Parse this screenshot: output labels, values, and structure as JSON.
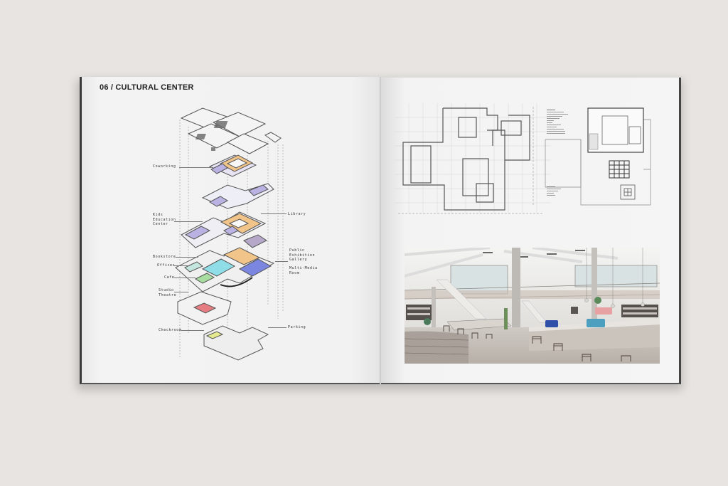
{
  "scene": {
    "type": "open-book-mockup",
    "background_color": "#e7e4e1",
    "page_color": "#f2f2f2"
  },
  "left_page": {
    "title": "06 / CULTURAL CENTER",
    "diagram": {
      "type": "exploded-axonometric",
      "labels": {
        "coworking": "Coworking",
        "kids_education": "Kids\nEducation\nCenter",
        "library": "Library",
        "bookstore": "Bookstore",
        "offices": "Offices",
        "cafe": "Cafe",
        "public_exhibition": "Public\nExhibition\nGallery",
        "multimedia": "Multi-Media\nRoom",
        "studio_theatre": "Studio\nTheatre",
        "checkroom": "Checkroom",
        "parking": "Parking"
      },
      "colors": {
        "lavender": "#b9b2e3",
        "orange": "#f1c489",
        "cyan": "#8fdde6",
        "blue": "#7a86e0",
        "green": "#a9dca0",
        "red": "#e57d82",
        "yellow": "#e6ea8e"
      }
    }
  },
  "right_page": {
    "floor_plan_1": {
      "type": "ground-floor-plan"
    },
    "floor_plan_2": {
      "type": "upper-floor-plan"
    },
    "rendering": {
      "type": "interior-perspective",
      "subject": "library atrium with bookshelves, tables and chairs"
    }
  }
}
